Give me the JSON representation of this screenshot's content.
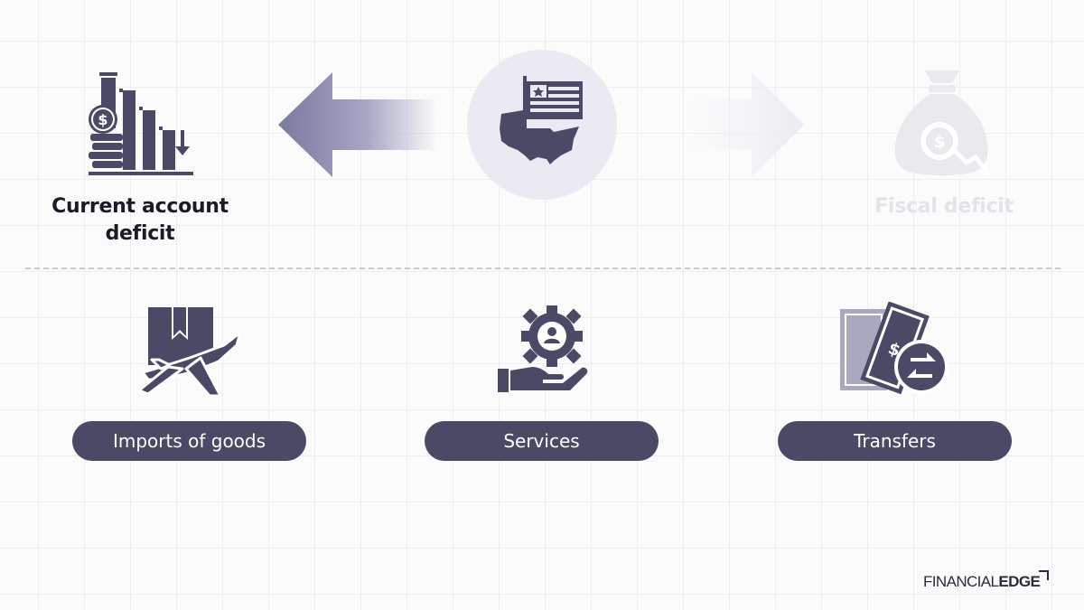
{
  "top": {
    "left_heading": "Current account\ndeficit",
    "right_heading": "Fiscal deficit"
  },
  "categories": [
    {
      "label": "Imports of goods"
    },
    {
      "label": "Services"
    },
    {
      "label": "Transfers"
    }
  ],
  "brand": {
    "part1": "FINANCIAL",
    "part2": "EDGE"
  },
  "colors": {
    "icon": "#4a4966",
    "pill": "#4a4966",
    "faded": "#eae9ee",
    "circle": "#ebeaf2",
    "heading": "#1b1b26",
    "faded_heading": "#e4e3ea"
  },
  "icons": {
    "current_account_deficit": "declining-bars-coins-icon",
    "country": "usa-map-flag-icon",
    "fiscal_deficit": "money-bag-decline-icon",
    "imports": "box-airplane-icon",
    "services": "gear-person-hand-icon",
    "transfers": "cash-exchange-icon"
  }
}
